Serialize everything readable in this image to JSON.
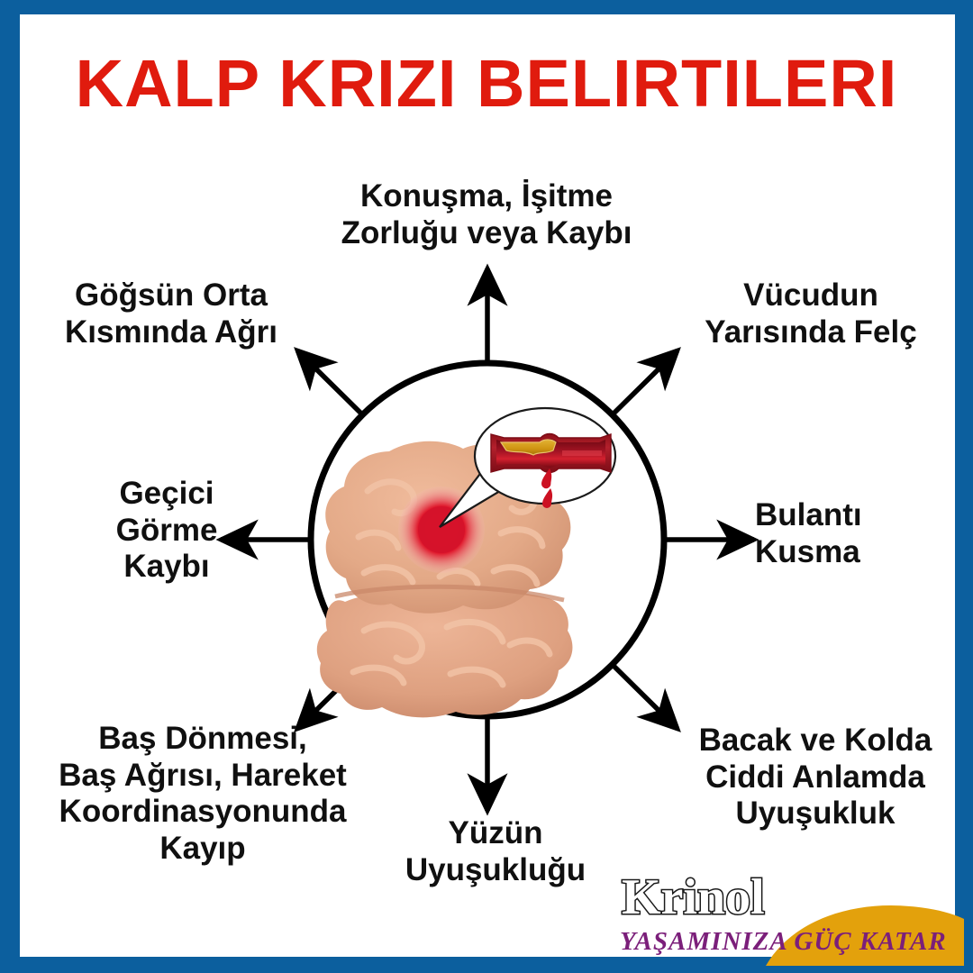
{
  "poster": {
    "title": "KALP KRIZI BELIRTILERI",
    "title_color": "#e01b0e",
    "border_color": "#0c5f9e",
    "background_color": "#ffffff",
    "text_color": "#101010"
  },
  "center": {
    "illustration_name": "brain-with-hemorrhage",
    "brain_color": "#e3a987",
    "hemorrhage_color": "#e01b2e",
    "callout_name": "blood-vessel-plaque-callout",
    "vessel_color": "#9e1020",
    "plaque_color": "#d39a17",
    "blood_drop_color": "#cc1122"
  },
  "symptoms": [
    {
      "id": "speech",
      "label": "Konuşma, İşitme\nZorluğu veya Kaybı",
      "direction": "up"
    },
    {
      "id": "chest-pain",
      "label": "Göğsün Orta\nKısmında Ağrı",
      "direction": "up-left"
    },
    {
      "id": "paralysis",
      "label": "Vücudun\nYarısında Felç",
      "direction": "up-right"
    },
    {
      "id": "vision-loss",
      "label": "Geçici\nGörme\nKaybı",
      "direction": "left"
    },
    {
      "id": "nausea",
      "label": "Bulantı\nKusma",
      "direction": "right"
    },
    {
      "id": "dizziness",
      "label": "Baş Dönmesi,\nBaş Ağrısı, Hareket\nKoordinasyonunda\nKayıp",
      "direction": "down-left"
    },
    {
      "id": "limb-numbness",
      "label": "Bacak ve Kolda\nCiddi Anlamda\nUyuşukluk",
      "direction": "down-right"
    },
    {
      "id": "face-numbness",
      "label": "Yüzün\nUyuşukluğu",
      "direction": "down"
    }
  ],
  "logo": {
    "brand": "Krinol",
    "tagline": "YAŞAMINIZA GÜÇ KATAR",
    "brand_color": "#ffffff",
    "brand_outline_color": "#1a1a1a",
    "tagline_color": "#7b1f7a",
    "swoosh_color": "#e3a10c"
  }
}
